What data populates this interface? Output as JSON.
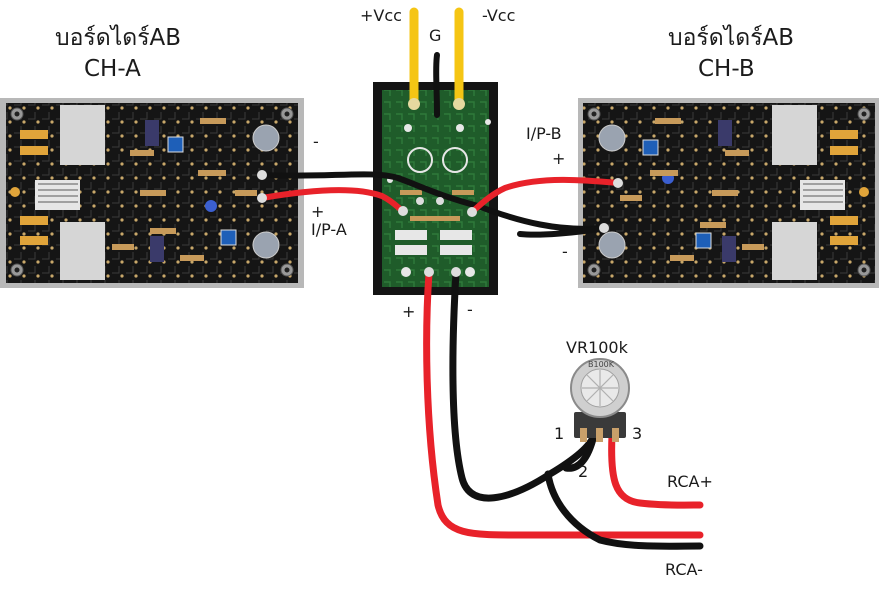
{
  "board_left": {
    "title": "บอร์ดไดร์AB",
    "channel": "CH-A",
    "input_label": "I/P-A",
    "input_plus": "+",
    "input_minus": "-"
  },
  "board_right": {
    "title": "บอร์ดไดร์AB",
    "channel": "CH-B",
    "input_label": "I/P-B",
    "input_plus": "+",
    "input_minus": "-"
  },
  "power": {
    "plus_vcc": "+Vcc",
    "ground": "G",
    "minus_vcc": "-Vcc"
  },
  "center_board": {
    "out_plus": "+",
    "out_minus": "-"
  },
  "pot": {
    "name": "VR100k",
    "knob_text": "B100K",
    "pin1": "1",
    "pin2": "2",
    "pin3": "3"
  },
  "rca": {
    "plus": "RCA+",
    "minus": "RCA-"
  },
  "colors": {
    "wire_red": "#e8222a",
    "wire_black": "#111111",
    "wire_yellow": "#f5c514",
    "pcb_green": "#1f5c2a",
    "pcb_black": "#141414"
  }
}
